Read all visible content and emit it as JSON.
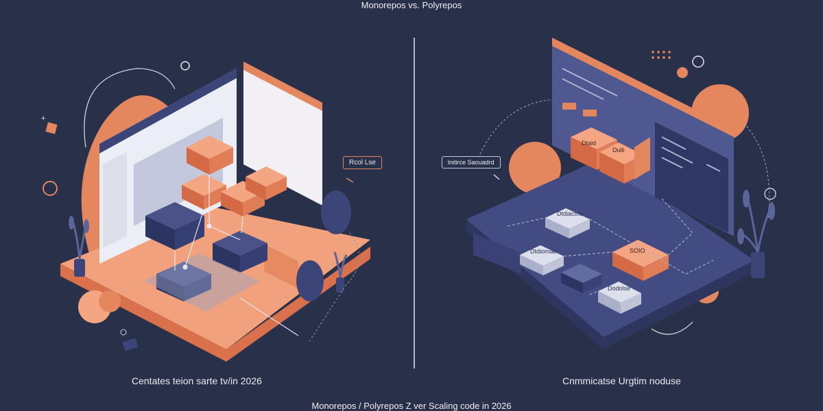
{
  "title": "Monorepos vs. Polyrepos",
  "left_caption": "Centates teion sarte tv/in 2026",
  "right_caption": "Cnmmicatse Urgtim noduse",
  "footer": "Monorepos / Polyrepos Z ver Scaling code in 2026",
  "left_callout": "Rcol Lse",
  "right_callout": "lnitirce Saouadrd",
  "right_boxes": {
    "top_left": "Dtaid",
    "top_right": "Dulli",
    "mid": "Dtdiactoe",
    "orange": "SOIO",
    "lower_left": "Dtdiomae",
    "bottom": "Dodolse"
  },
  "colors": {
    "background": "#28304a",
    "orange": "#e4875f",
    "navy": "#3c4577",
    "light": "#c7cbdc"
  }
}
